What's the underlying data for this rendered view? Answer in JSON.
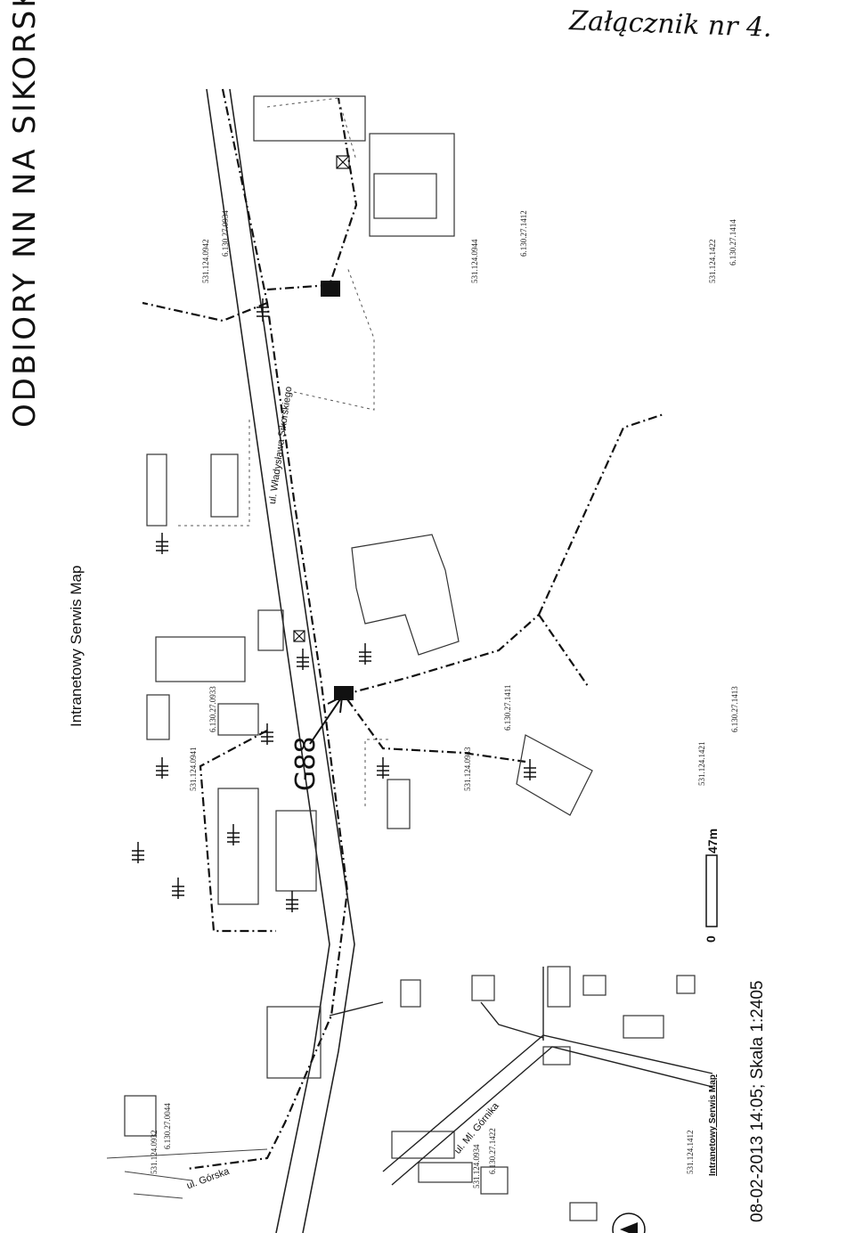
{
  "attachment_note": "Załącznik nr 4.",
  "handwritten_title": "ODBIORY NN NA SIKORSKIEGO",
  "map_service_title": "Intranetowy Serwis Map",
  "timestamp_scale": "08-02-2013 14:05;  Skala 1:2405",
  "scale_bar": {
    "start": "0",
    "end": "47m"
  },
  "marker_label": "G88",
  "footer_link": "Intranetowy Serwis Map",
  "streets": {
    "sikorskiego": "ul. Władysława Sikorskiego",
    "gornika": "ul. Ml. Górnika",
    "gorska": "ul. Górska"
  },
  "parcels": {
    "p1": "531.124.0942",
    "p2": "6.130.27.0934",
    "p3": "531.124.0944",
    "p4": "6.130.27.1412",
    "p5": "531.124.1422",
    "p6": "6.130.27.1414",
    "p7": "6.130.27.0933",
    "p8": "531.124.0941",
    "p9": "531.124.0943",
    "p10": "6.130.27.1411",
    "p11": "531.124.1421",
    "p12": "6.130.27.1413",
    "p13": "531.124.0932",
    "p14": "6.130.27.0044",
    "p15": "531.124.1412",
    "p16": "6.130.27.1422",
    "p17": "531.124.0934"
  },
  "colors": {
    "ink": "#111111",
    "paper": "#ffffff",
    "faint": "#9a9a9a"
  }
}
